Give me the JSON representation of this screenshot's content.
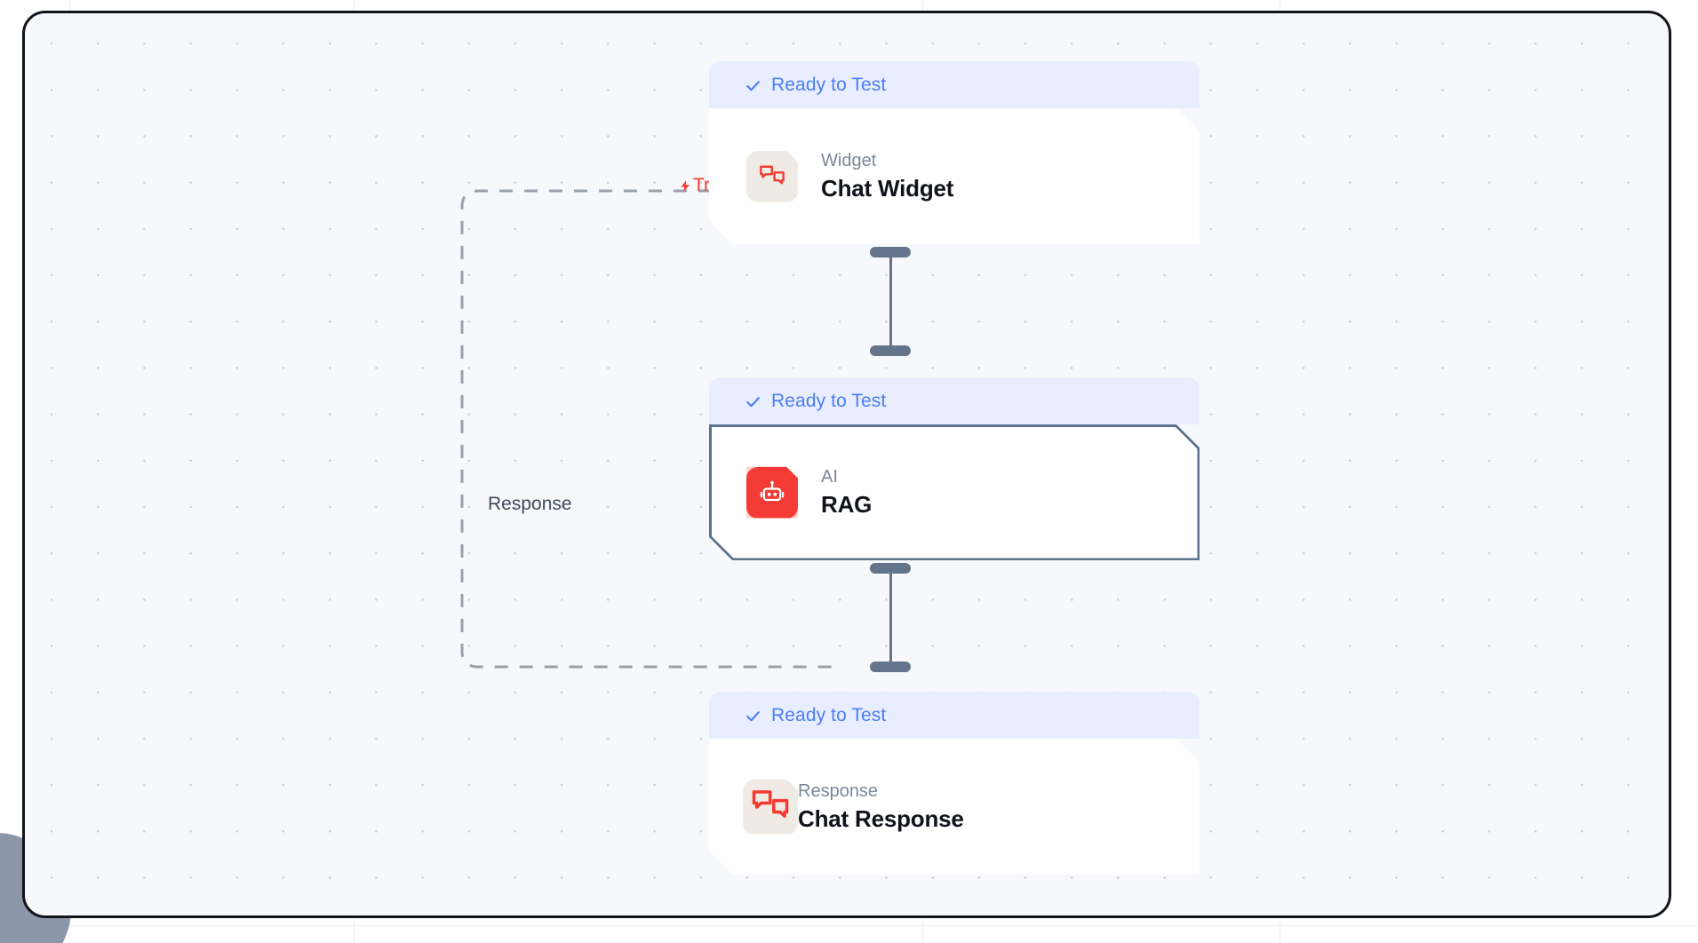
{
  "canvas": {
    "background_color": "#f7f8fb",
    "border_color": "#111418",
    "dot_color": "#c9ccd4"
  },
  "edges": [
    {
      "id": "trigger-edge",
      "label": "Trigger",
      "icon": "lightning-bolt-icon",
      "color": "#f4392f",
      "style": "dashed"
    },
    {
      "id": "response-edge",
      "label": "Response",
      "color": "#3f4a5a",
      "style": "dashed"
    }
  ],
  "nodes": [
    {
      "id": "chat-widget",
      "status": "Ready to Test",
      "status_icon": "check-icon",
      "status_color": "#4b7df4",
      "kind": "Widget",
      "title": "Chat Widget",
      "icon": "chat-bubbles-icon",
      "icon_bg": "#efeae4",
      "icon_color": "#f4392f",
      "selected": false
    },
    {
      "id": "rag",
      "status": "Ready to Test",
      "status_icon": "check-icon",
      "status_color": "#4b7df4",
      "kind": "AI",
      "title": "RAG",
      "icon": "robot-icon",
      "icon_bg": "#f43b36",
      "icon_color": "#ffffff",
      "selected": true
    },
    {
      "id": "chat-response",
      "status": "Ready to Test",
      "status_icon": "check-icon",
      "status_color": "#4b7df4",
      "kind": "Response",
      "title": "Chat Response",
      "icon": "chat-bubbles-icon",
      "icon_bg": "#efeae4",
      "icon_color": "#f4392f",
      "selected": false
    }
  ]
}
